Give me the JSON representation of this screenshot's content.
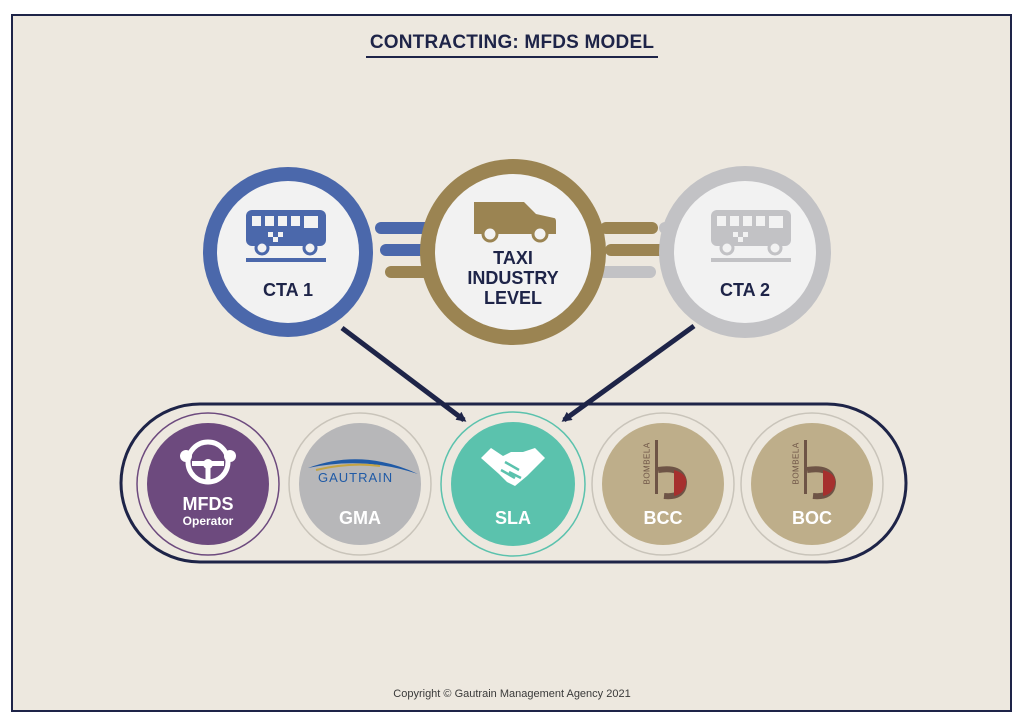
{
  "title": "CONTRACTING: MFDS MODEL",
  "nodes": {
    "cta1": {
      "label": "CTA 1",
      "icon": "minibus-taxi-icon",
      "color": "#4b68ab"
    },
    "taxi": {
      "label_line1": "TAXI",
      "label_line2": "INDUSTRY",
      "label_line3": "LEVEL",
      "icon": "van-icon",
      "color": "#9b8452"
    },
    "cta2": {
      "label": "CTA 2",
      "icon": "minibus-taxi-icon",
      "color": "#c2c2c5"
    }
  },
  "parties": {
    "mfds": {
      "label": "MFDS",
      "sublabel": "Operator",
      "icon": "steering-wheel-icon",
      "color": "#6d4a7e"
    },
    "gma": {
      "label": "GMA",
      "logo_text": "GAUTRAIN",
      "color": "#b7b7b9"
    },
    "sla": {
      "label": "SLA",
      "icon": "handshake-icon",
      "color": "#5bc2ad"
    },
    "bcc": {
      "label": "BCC",
      "logo_text": "BOMBELA",
      "color": "#beae8a"
    },
    "boc": {
      "label": "BOC",
      "logo_text": "BOMBELA",
      "color": "#beae8a"
    }
  },
  "copyright": "Copyright © Gautrain Management Agency 2021"
}
